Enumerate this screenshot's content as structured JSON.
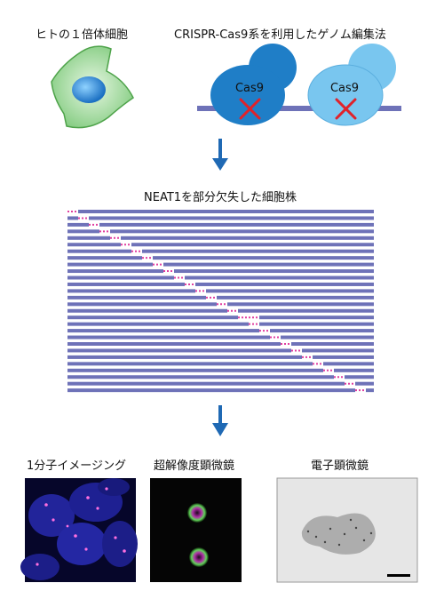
{
  "labels": {
    "haploid_cell": "ヒトの１倍体細胞",
    "crispr_system": "CRISPR-Cas9系を利用したゲノム編集法",
    "neat1_lines": "NEAT1を部分欠失した細胞株",
    "single_molecule": "1分子イメージング",
    "super_resolution": "超解像度顕微鏡",
    "electron_microscope": "電子顕微鏡"
  },
  "cas9": {
    "left_label": "Cas9",
    "right_label": "Cas9",
    "left_color": "#1f7ec7",
    "right_color": "#79c6ef"
  },
  "colors": {
    "dna_line": "#6e72b8",
    "deletion_dots": "#e13fa0",
    "arrow": "#1f69b4",
    "cell_fill": "#8fd08c",
    "nucleus": "#1f77c9",
    "cross": "#e0222a"
  },
  "deletion_lines": {
    "count": 28
  }
}
